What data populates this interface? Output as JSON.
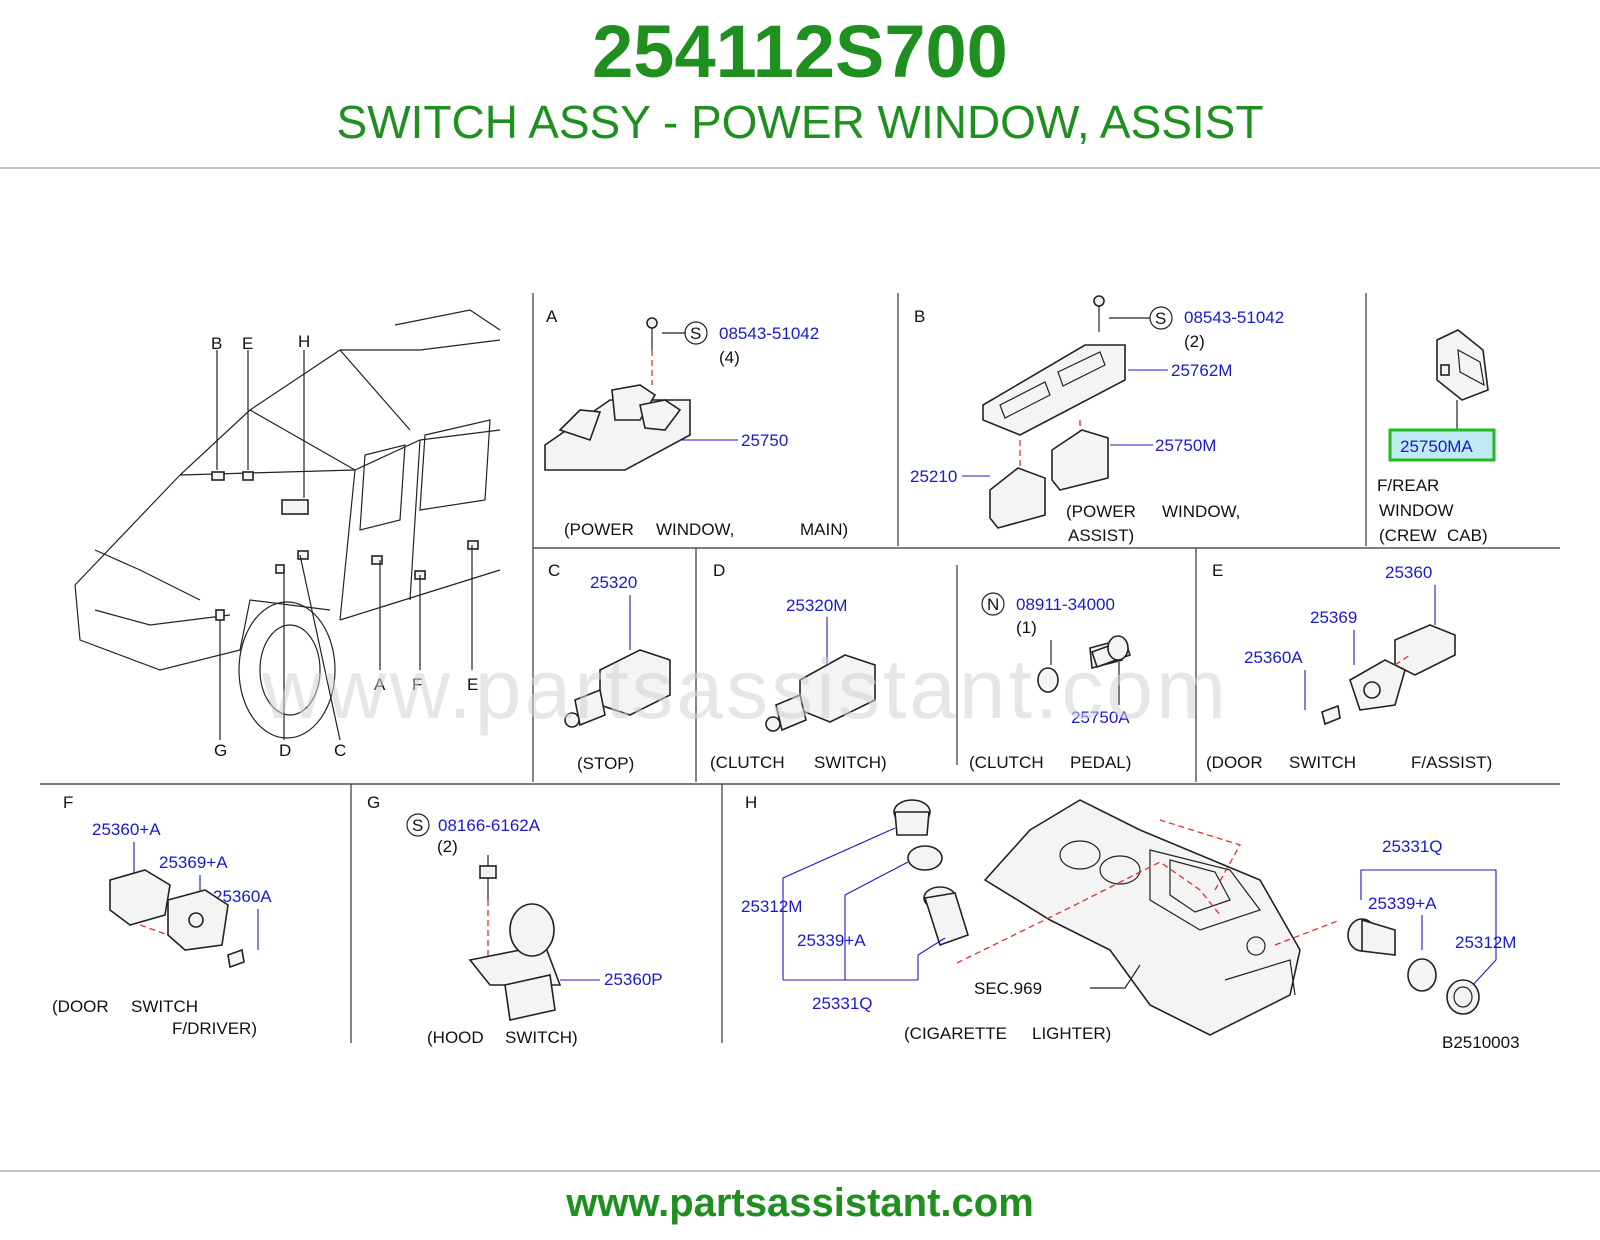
{
  "header": {
    "part_number": "254112S700",
    "title": "SWITCH ASSY - POWER WINDOW, ASSIST"
  },
  "footer": {
    "url": "www.partsassistant.com"
  },
  "watermark": "www.partsassistant.com",
  "colors": {
    "brand_green": "#1f8f1f",
    "part_blue": "#1a1acc",
    "highlight": "#22bb22",
    "leader_red": "#e03030"
  },
  "vehicle": {
    "labels": [
      "B",
      "E",
      "H",
      "A",
      "F",
      "E",
      "G",
      "D",
      "C"
    ]
  },
  "sections": {
    "A": {
      "letter": "A",
      "screw_symbol": "S",
      "screw_pn": "08543-51042",
      "screw_qty": "(4)",
      "main_pn": "25750",
      "caption": [
        "(POWER",
        "WINDOW,",
        "MAIN)"
      ]
    },
    "B": {
      "letter": "B",
      "screw_symbol": "S",
      "screw_pn": "08543-51042",
      "screw_qty": "(2)",
      "bezel_pn": "25762M",
      "switch_pn": "25750M",
      "left_pn": "25210",
      "caption_line1": [
        "(POWER",
        "WINDOW,"
      ],
      "caption_line2": "ASSIST)"
    },
    "REAR": {
      "pn": "25750MA",
      "caption_line1": "F/REAR",
      "caption_line2": "WINDOW",
      "caption_line3": [
        "(CREW",
        "CAB)"
      ]
    },
    "C": {
      "letter": "C",
      "pn": "25320",
      "caption": "(STOP)"
    },
    "D": {
      "letter": "D",
      "pn_left": "25320M",
      "caption_left": [
        "(CLUTCH",
        "SWITCH)"
      ],
      "nut_symbol": "N",
      "nut_pn": "08911-34000",
      "nut_qty": "(1)",
      "bolt_pn": "25750A",
      "caption_right": [
        "(CLUTCH",
        "PEDAL)"
      ]
    },
    "E": {
      "letter": "E",
      "pn_top": "25360",
      "pn_mid": "25369",
      "pn_left": "25360A",
      "caption": [
        "(DOOR",
        "SWITCH",
        "F/ASSIST)"
      ]
    },
    "F": {
      "letter": "F",
      "pn_1": "25360+A",
      "pn_2": "25369+A",
      "pn_3": "25360A",
      "caption_line1": [
        "(DOOR",
        "SWITCH"
      ],
      "caption_line2": "F/DRIVER)"
    },
    "G": {
      "letter": "G",
      "screw_symbol": "S",
      "screw_pn": "08166-6162A",
      "screw_qty": "(2)",
      "pn": "25360P",
      "caption": [
        "(HOOD",
        "SWITCH)"
      ]
    },
    "H": {
      "letter": "H",
      "pn_a": "25312M",
      "pn_b": "25339+A",
      "pn_c": "25331Q",
      "sec": "SEC.969",
      "pn_r1": "25331Q",
      "pn_r2": "25339+A",
      "pn_r3": "25312M",
      "caption": [
        "(CIGARETTE",
        "LIGHTER)"
      ],
      "code": "B2510003"
    }
  }
}
